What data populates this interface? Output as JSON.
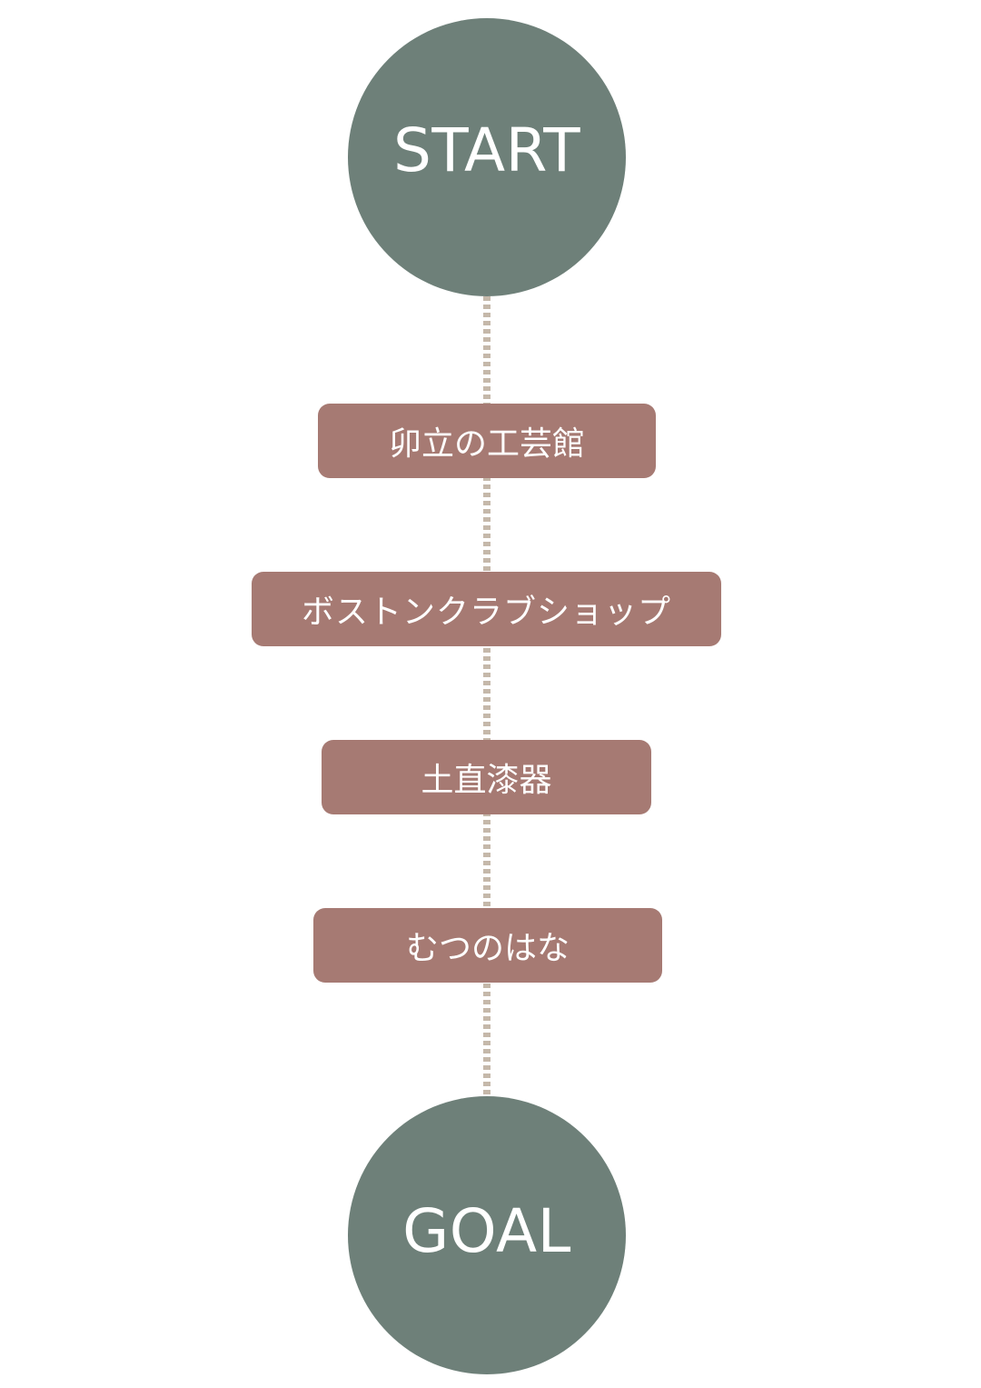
{
  "start": {
    "label": "START"
  },
  "goal": {
    "label": "GOAL"
  },
  "stops": [
    {
      "label": "卯立の工芸館"
    },
    {
      "label": "ボストンクラブショップ"
    },
    {
      "label": "土直漆器"
    },
    {
      "label": "むつのはな"
    }
  ],
  "colors": {
    "endpoint": "#6e8079",
    "stop": "#a67a73",
    "connector": "#c5b8aa",
    "text": "#ffffff"
  }
}
